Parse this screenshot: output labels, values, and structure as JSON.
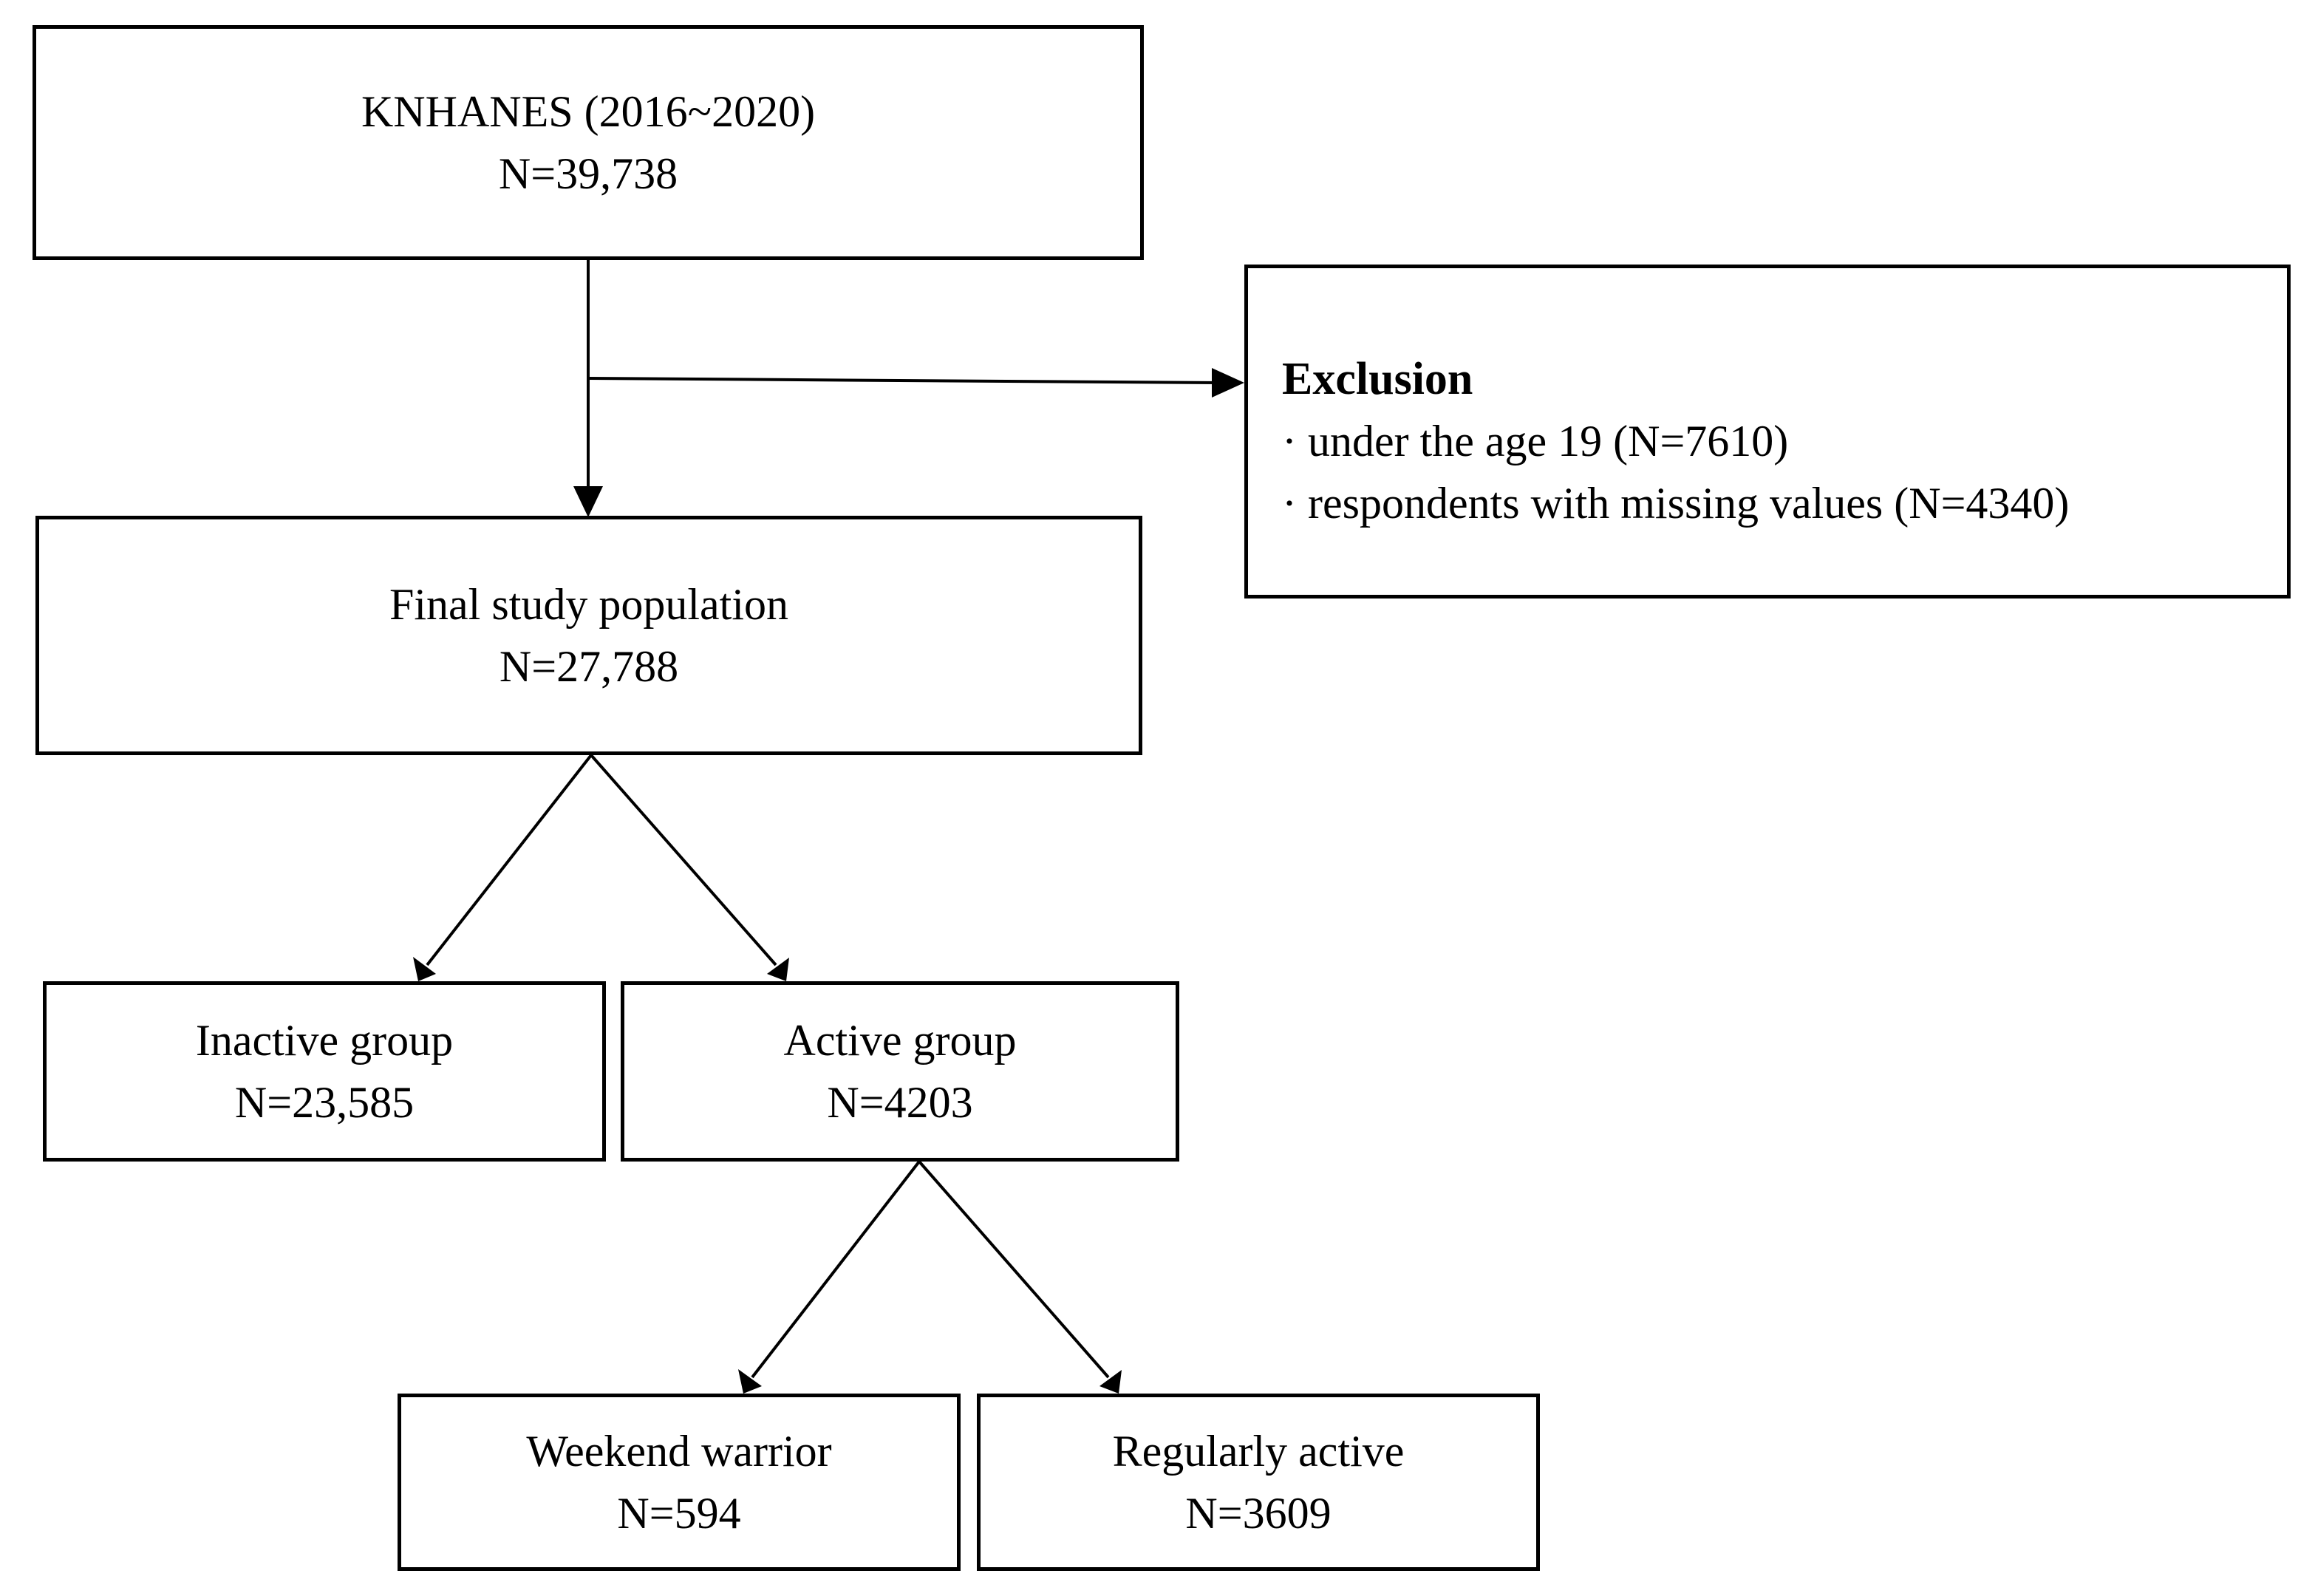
{
  "nodes": {
    "source": {
      "title": "KNHANES (2016~2020)",
      "count": "N=39,738"
    },
    "final": {
      "title": "Final study population",
      "count": "N=27,788"
    },
    "inactive": {
      "title": "Inactive group",
      "count": "N=23,585"
    },
    "active": {
      "title": "Active group",
      "count": "N=4203"
    },
    "weekend": {
      "title": "Weekend warrior",
      "count": "N=594"
    },
    "regular": {
      "title": "Regularly active",
      "count": "N=3609"
    }
  },
  "exclusion": {
    "title": "Exclusion",
    "items": [
      "· under the age 19 (N=7610)",
      "· respondents with missing values (N=4340)"
    ]
  },
  "colors": {
    "line": "#000000",
    "background": "#ffffff"
  }
}
